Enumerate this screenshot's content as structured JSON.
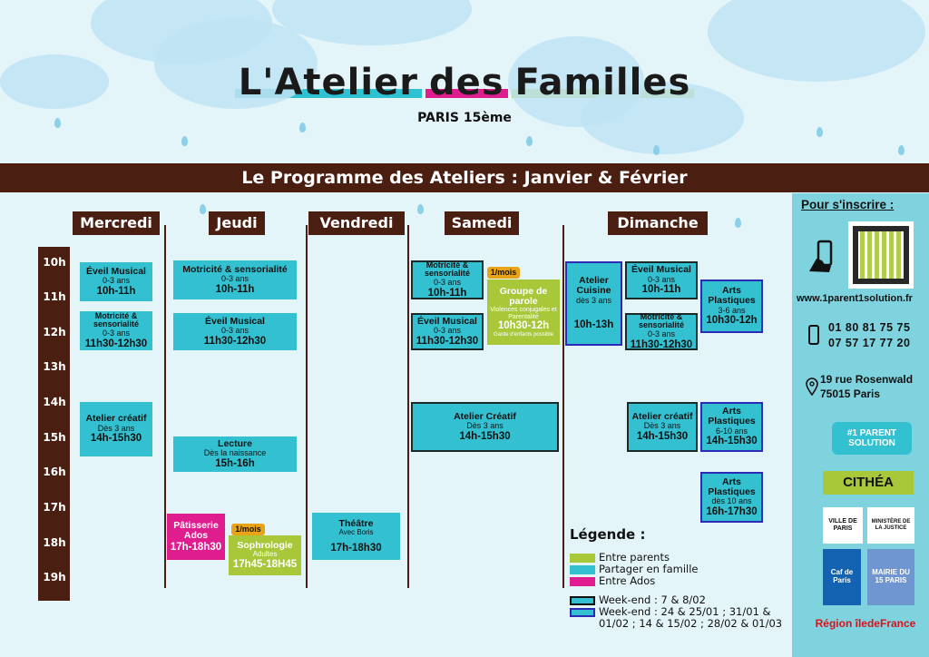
{
  "header": {
    "title_1": "L'Atelier",
    "title_2": "des",
    "title_3": "Familles",
    "subtitle": "PARIS 15ème",
    "banner": "Le Programme des Ateliers : Janvier & Février"
  },
  "hours": [
    "10h",
    "11h",
    "12h",
    "13h",
    "14h",
    "15h",
    "16h",
    "17h",
    "18h",
    "19h"
  ],
  "days": [
    "Mercredi",
    "Jeudi",
    "Vendredi",
    "Samedi",
    "Dimanche"
  ],
  "events": [
    {
      "title": "Éveil Musical",
      "age": "0-3 ans",
      "time": "10h-11h"
    },
    {
      "title": "Motricité & sensorialité",
      "age": "0-3 ans",
      "time": "11h30-12h30"
    },
    {
      "title": "Atelier créatif",
      "age": "Dès 3 ans",
      "time": "14h-15h30"
    },
    {
      "title": "Motricité & sensorialité",
      "age": "0-3 ans",
      "time": "10h-11h"
    },
    {
      "title": "Éveil Musical",
      "age": "0-3 ans",
      "time": "11h30-12h30"
    },
    {
      "title": "Lecture",
      "age": "Dès la naissance",
      "time": "15h-16h"
    },
    {
      "title": "Pâtisserie Ados",
      "time": "17h-18h30"
    },
    {
      "title": "Sophrologie",
      "age": "Adultes",
      "time": "17h45-18H45",
      "tag": "1/mois"
    },
    {
      "title": "Théâtre",
      "age": "Avec Boris",
      "time": "17h-18h30"
    },
    {
      "title": "Motricité & sensorialité",
      "age": "0-3 ans",
      "time": "10h-11h"
    },
    {
      "title": "Groupe de parole",
      "age": "Violences conjugales et Parentalité",
      "time": "10h30-12h",
      "note": "Garde d'enfants possible",
      "tag": "1/mois"
    },
    {
      "title": "Éveil Musical",
      "age": "0-3 ans",
      "time": "11h30-12h30"
    },
    {
      "title": "Atelier Créatif",
      "age": "Dès 3 ans",
      "time": "14h-15h30"
    },
    {
      "title": "Atelier Cuisine",
      "age": "dès 3 ans",
      "time": "10h-13h"
    },
    {
      "title": "Éveil Musical",
      "age": "0-3 ans",
      "time": "10h-11h"
    },
    {
      "title": "Motricité & sensorialité",
      "age": "0-3 ans",
      "time": "11h30-12h30"
    },
    {
      "title": "Arts Plastiques",
      "age": "3-6 ans",
      "time": "10h30-12h"
    },
    {
      "title": "Atelier créatif",
      "age": "Dès 3 ans",
      "time": "14h-15h30"
    },
    {
      "title": "Arts Plastiques",
      "age": "6-10 ans",
      "time": "14h-15h30"
    },
    {
      "title": "Arts Plastiques",
      "age": "dès 10 ans",
      "time": "16h-17h30"
    }
  ],
  "legend": {
    "title": "Légende :",
    "items": [
      "Entre parents",
      "Partager en famille",
      "Entre Ados"
    ],
    "weekends": [
      "Week-end : 7 & 8/02",
      "Week-end : 24 & 25/01 ; 31/01 & 01/02 ; 14 & 15/02 ; 28/02 & 01/03"
    ],
    "colors": [
      "#a8c83a",
      "#33c1d2",
      "#e01d8f"
    ]
  },
  "sidebar": {
    "title": "Pour s'inscrire :",
    "website": "www.1parent1solution.fr",
    "phone1": "01 80 81 75 75",
    "phone2": "07 57 17 77 20",
    "address1": "19 rue Rosenwald",
    "address2": "75015 Paris",
    "logos": [
      "#1 PARENT SOLUTION",
      "CITHÉA",
      "VILLE DE PARIS",
      "MINISTÈRE DE LA JUSTICE",
      "Caf de Paris",
      "MAIRIE DU 15 PARIS",
      "Région îledeFrance"
    ]
  }
}
